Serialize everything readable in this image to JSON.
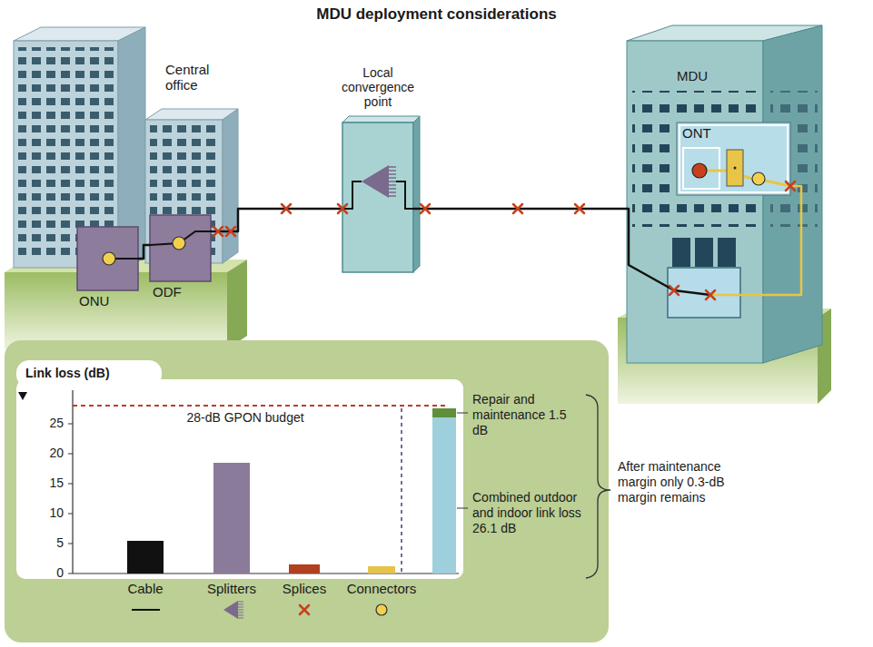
{
  "diagram": {
    "title": "MDU deployment considerations",
    "nodes": [
      {
        "text": [
          "Central office"
        ]
      },
      {
        "text": [
          "ONU"
        ],
        "in": 0
      },
      {
        "text": [
          "ODF"
        ],
        "in": 0
      },
      {
        "text": [
          "Local convergence point"
        ]
      },
      {
        "text": [
          "MDU"
        ]
      },
      {
        "text": [
          "ONT"
        ],
        "in": 4
      }
    ],
    "edges": [
      {
        "from": 1,
        "to": 2,
        "arrow": "none"
      },
      {
        "from": 2,
        "to": 3,
        "arrow": "none"
      },
      {
        "from": 3,
        "to": 5,
        "arrow": "none"
      }
    ],
    "labels": [
      "Link loss (dB)",
      "25",
      "20",
      "15",
      "10",
      "5",
      "0",
      "28-dB GPON budget",
      "Cable",
      "Splitters",
      "Splices",
      "Connectors",
      "Repair and maintenance 1.5 dB",
      "Combined outdoor and indoor link loss 26.1 dB",
      "After maintenance margin only 0.3-dB margin remains"
    ]
  }
}
